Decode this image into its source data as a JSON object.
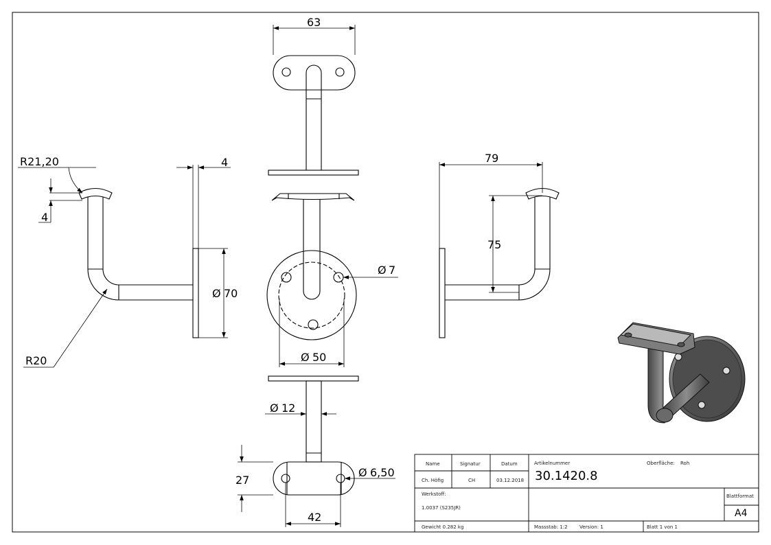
{
  "dimensions": {
    "top_width": "63",
    "plate_thickness": "4",
    "radius_top": "R21,20",
    "offset_4": "4",
    "radius_bend": "R20",
    "plate_dia": "70",
    "hole_dia": "7",
    "bolt_circle": "50",
    "tube_dia": "12",
    "saddle_height": "27",
    "saddle_hole_dia": "6,50",
    "saddle_hole_spacing": "42",
    "projection": "79",
    "height": "75",
    "diameter_symbol": "Ø"
  },
  "title_block": {
    "name_label": "Name",
    "name_value": "Ch. Höfig",
    "signature_label": "Signatur",
    "signature_value": "CH",
    "date_label": "Datum",
    "date_value": "03.12.2018",
    "article_label": "Artikelnummer",
    "article_value": "30.1420.8",
    "surface_label": "Oberfläche:",
    "surface_value": "Roh",
    "material_label": "Werkstoff:",
    "material_value": "1.0037 (S235JR)",
    "format_label": "Blattformat",
    "format_value": "A4",
    "weight": "Gewicht 0.282 kg",
    "scale": "Massstab: 1:2",
    "version": "Version: 1",
    "sheet": "Blatt 1 von 1"
  }
}
